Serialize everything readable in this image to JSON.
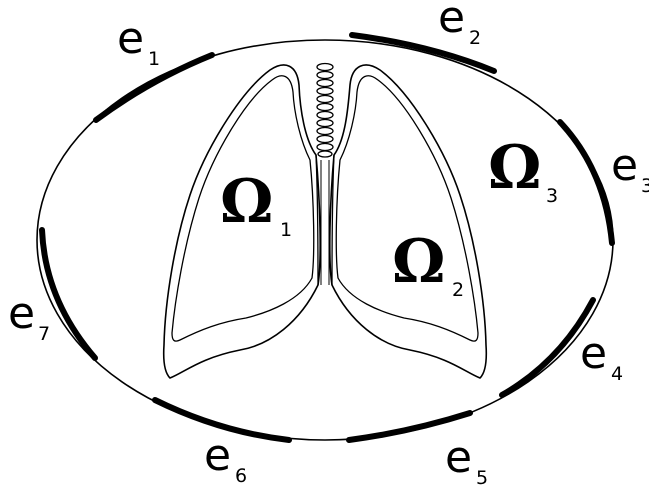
{
  "electrodes": [
    {
      "letter": "e",
      "index": "1"
    },
    {
      "letter": "e",
      "index": "2"
    },
    {
      "letter": "e",
      "index": "3"
    },
    {
      "letter": "e",
      "index": "4"
    },
    {
      "letter": "e",
      "index": "5"
    },
    {
      "letter": "e",
      "index": "6"
    },
    {
      "letter": "e",
      "index": "7"
    }
  ],
  "regions": [
    {
      "symbol": "Ω",
      "index": "1"
    },
    {
      "symbol": "Ω",
      "index": "2"
    },
    {
      "symbol": "Ω",
      "index": "3"
    }
  ],
  "colors": {
    "stroke": "#000000",
    "background": "#ffffff"
  },
  "icons": {
    "lungs": "lungs-icon"
  }
}
